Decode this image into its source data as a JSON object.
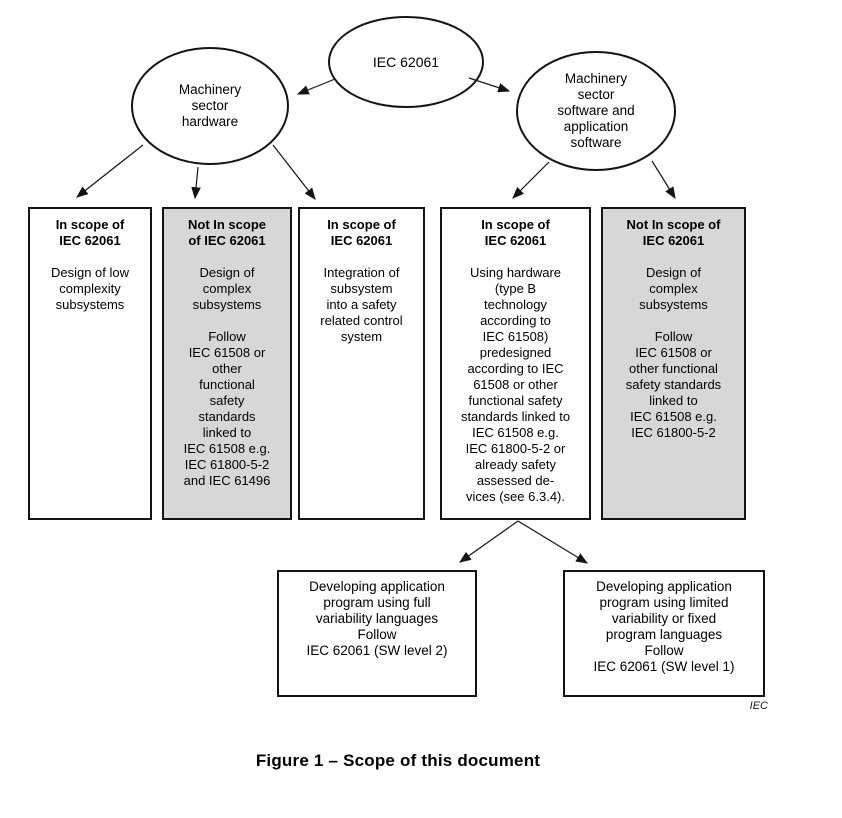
{
  "figure": {
    "caption": "Figure 1 – Scope of this document",
    "source_label": "IEC"
  },
  "nodes": {
    "root": {
      "label": "IEC 62061"
    },
    "hardware": {
      "label": "Machinery\nsector\nhardware"
    },
    "software": {
      "label": "Machinery\nsector\nsoftware and\napplication\nsoftware"
    }
  },
  "scope_boxes": [
    {
      "header": "In scope of\nIEC 62061",
      "body": "Design of low\ncomplexity\nsubsystems",
      "shaded": false
    },
    {
      "header": "Not In scope\nof IEC 62061",
      "body": "Design of\ncomplex\nsubsystems\n\nFollow\nIEC 61508 or\nother\nfunctional\nsafety\nstandards\nlinked to\nIEC 61508 e.g.\nIEC 61800-5-2\nand IEC 61496",
      "shaded": true
    },
    {
      "header": "In scope of\nIEC 62061",
      "body": "Integration of\nsubsystem\ninto a safety\nrelated control\nsystem",
      "shaded": false
    },
    {
      "header": "In scope of\nIEC 62061",
      "body": "Using hardware\n(type B\ntechnology\naccording to\nIEC 61508)\npredesigned\naccording to IEC\n61508 or other\nfunctional safety\nstandards linked to\nIEC 61508 e.g.\nIEC 61800-5-2 or\nalready safety\nassessed de-\nvices (see 6.3.4).",
      "shaded": false
    },
    {
      "header": "Not In scope of\nIEC 62061",
      "body": "Design of\ncomplex\nsubsystems\n\nFollow\nIEC 61508 or\nother functional\nsafety standards\nlinked to\nIEC 61508 e.g.\nIEC 61800-5-2",
      "shaded": true
    }
  ],
  "software_boxes": [
    {
      "body": "Developing application\nprogram using full\nvariability languages\nFollow\nIEC 62061 (SW level 2)"
    },
    {
      "body": "Developing application\nprogram using limited\nvariability or fixed\nprogram languages\nFollow\nIEC 62061 (SW level 1)"
    }
  ],
  "colors": {
    "shaded_fill": "#d7d7d7",
    "box_fill": "#ffffff",
    "line": "#141414"
  }
}
